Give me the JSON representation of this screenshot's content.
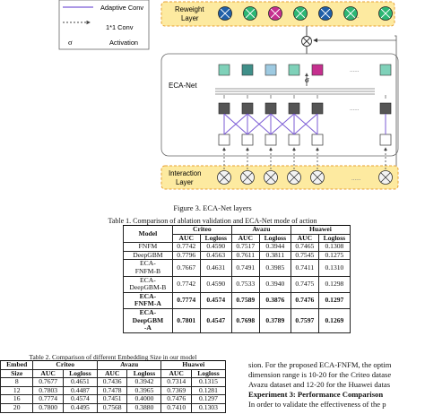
{
  "figure": {
    "legend": {
      "adaptive": "Adaptive Conv",
      "one_by_one": "1*1 Conv",
      "sigma_symbol": "σ",
      "activation": "Activation"
    },
    "labels": {
      "reweight": [
        "Reweight",
        "Layer"
      ],
      "ecanet": "ECA-Net",
      "interaction": [
        "Interaction",
        "Layer"
      ],
      "sigma": "σ",
      "dots": "......"
    },
    "colors": {
      "green": "#2bb673",
      "magenta": "#c52f8e",
      "blue": "#1f5fa8",
      "gray": "#555555",
      "light_green": "#7fd1b9",
      "teal": "#3f8f89",
      "light_blue": "#9ecae1",
      "cross": "#f3f3f3",
      "yellow_panel": "#fdeaa0",
      "orange_dash": "#e8a135",
      "purple": "#7b5bd6"
    },
    "caption": "Figure 3. ECA-Net layers"
  },
  "table1": {
    "caption": "Table 1. Comparison of ablation validation and ECA-Net mode of action",
    "model_header": "Model",
    "datasets": [
      "Criteo",
      "Avazu",
      "Huawei"
    ],
    "metrics": [
      "AUC",
      "Logloss",
      "AUC",
      "Logloss",
      "AUC",
      "Logloss"
    ],
    "rows": [
      {
        "model": [
          "FNFM"
        ],
        "vals": [
          "0.7742",
          "0.4590",
          "0.7517",
          "0.3944",
          "0.7465",
          "0.1308"
        ],
        "bold": false
      },
      {
        "model": [
          "DeepGBM"
        ],
        "vals": [
          "0.7796",
          "0.4563",
          "0.7611",
          "0.3811",
          "0.7545",
          "0.1275"
        ],
        "bold": false
      },
      {
        "model": [
          "ECA-",
          "FNFM-B"
        ],
        "vals": [
          "0.7667",
          "0.4631",
          "0.7491",
          "0.3985",
          "0.7411",
          "0.1310"
        ],
        "bold": false
      },
      {
        "model": [
          "ECA-",
          "DeepGBM-B"
        ],
        "vals": [
          "0.7742",
          "0.4590",
          "0.7533",
          "0.3940",
          "0.7475",
          "0.1298"
        ],
        "bold": false
      },
      {
        "model": [
          "ECA-",
          "FNFM-A"
        ],
        "vals": [
          "0.7774",
          "0.4574",
          "0.7589",
          "0.3876",
          "0.7476",
          "0.1297"
        ],
        "bold": true
      },
      {
        "model": [
          "ECA-",
          "DeepGBM",
          "-A"
        ],
        "vals": [
          "0.7801",
          "0.4547",
          "0.7698",
          "0.3789",
          "0.7597",
          "0.1269"
        ],
        "bold": true
      }
    ]
  },
  "table2": {
    "caption": "Table 2. Comparison of different Embedding Size in our model",
    "header_lines": [
      "Embed",
      "Size"
    ],
    "datasets": [
      "Criteo",
      "Avazu",
      "Huawei"
    ],
    "metrics": [
      "AUC",
      "Logloss",
      "AUC",
      "Logloss",
      "AUC",
      "Logloss"
    ],
    "rows": [
      {
        "size": "8",
        "vals": [
          "0.7677",
          "0.4651",
          "0.7436",
          "0.3942",
          "0.7314",
          "0.1315"
        ]
      },
      {
        "size": "12",
        "vals": [
          "0.7803",
          "0.4487",
          "0.7478",
          "0.3965",
          "0.7369",
          "0.1281"
        ]
      },
      {
        "size": "16",
        "vals": [
          "0.7774",
          "0.4574",
          "0.7451",
          "0.4000",
          "0.7476",
          "0.1297"
        ]
      },
      {
        "size": "20",
        "vals": [
          "0.7800",
          "0.4495",
          "0.7568",
          "0.3880",
          "0.7410",
          "0.1303"
        ]
      }
    ]
  },
  "body_text": {
    "line1": "sion. For the proposed ECA-FNFM, the optim",
    "line2": "dimension range is 10-20 for the Criteo datase",
    "line3": "Avazu dataset and 12-20 for the Huawei datas",
    "heading": "Experiment 3: Performance Comparison",
    "line4": "In order to validate the effectiveness of the p"
  }
}
